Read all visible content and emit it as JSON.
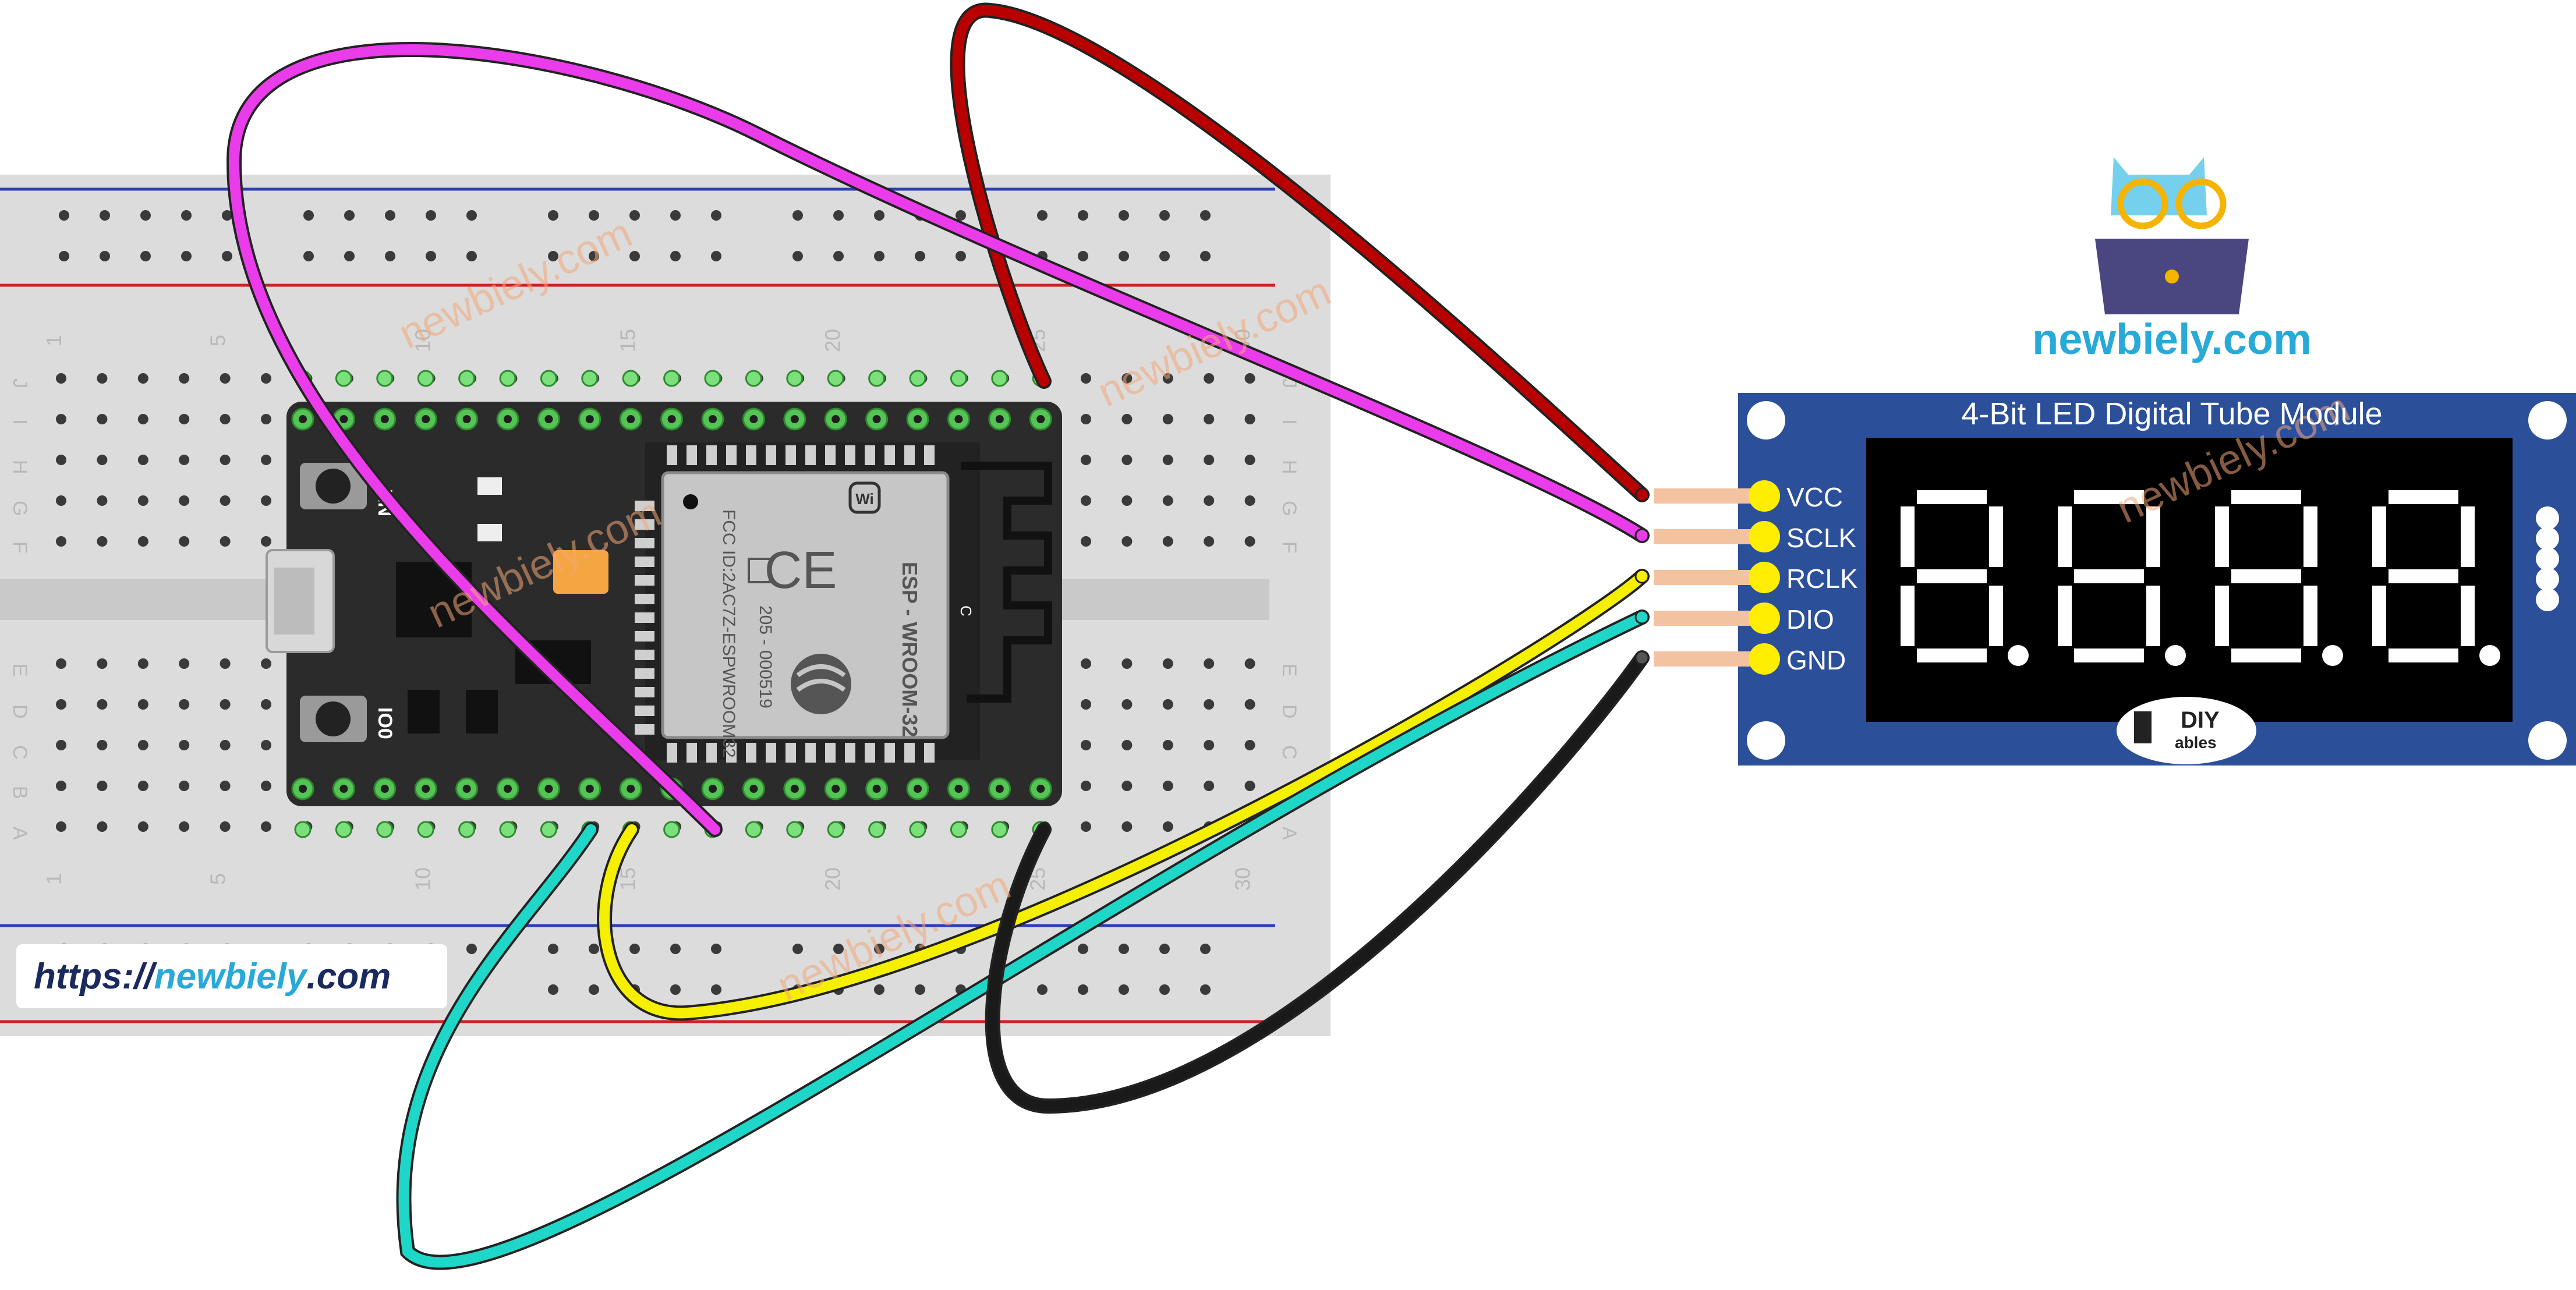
{
  "website_url": {
    "prefix": "https://",
    "name": "newbiely",
    "suffix": ".com"
  },
  "brand": {
    "name": "newbiely.com",
    "watermark": "newbiely.com"
  },
  "display_module": {
    "title": "4-Bit LED Digital Tube Module",
    "pins": [
      "VCC",
      "SCLK",
      "RCLK",
      "DIO",
      "GND"
    ],
    "logo_top": "DIY",
    "logo_bottom": "ables",
    "digits_shown": "8.8.8.8."
  },
  "esp32": {
    "module_name": "ESP - WROOM-32",
    "fcc_text": "FCC ID:2AC7Z-ESPWROOM32",
    "cert_code": "205 - 000519",
    "button_en": "EN",
    "button_io0": "IO0",
    "antenna_mark": "C"
  },
  "breadboard": {
    "row_letters_top": [
      "J",
      "I",
      "H",
      "G",
      "F"
    ],
    "row_letters_bottom": [
      "E",
      "D",
      "C",
      "B",
      "A"
    ],
    "column_numbers": [
      "1",
      "5",
      "10",
      "15",
      "20",
      "25",
      "30"
    ]
  },
  "wires": [
    {
      "name": "vcc-wire",
      "color": "#b80000",
      "pin": "VCC"
    },
    {
      "name": "sclk-wire",
      "color": "#ea3cea",
      "pin": "SCLK"
    },
    {
      "name": "rclk-wire",
      "color": "#f5ef00",
      "pin": "RCLK"
    },
    {
      "name": "dio-wire",
      "color": "#1fd7c8",
      "pin": "DIO"
    },
    {
      "name": "gnd-wire",
      "color": "#1a1a1a",
      "pin": "GND"
    }
  ],
  "colors": {
    "module_blue": "#2c4f9a",
    "pin_yellow": "#ffee00",
    "brand_blue": "#29a9d8"
  }
}
